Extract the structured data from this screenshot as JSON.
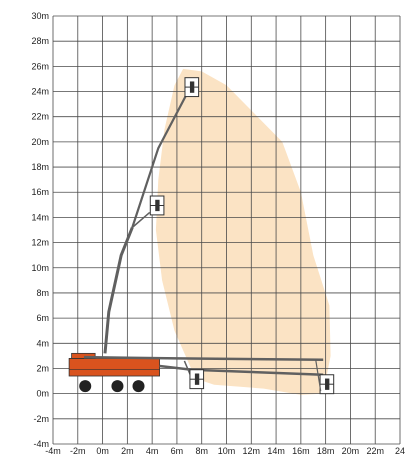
{
  "chart_data": {
    "type": "area",
    "title": "",
    "xlabel": "",
    "ylabel": "",
    "x_unit": "m",
    "y_unit": "m",
    "xlim": [
      -4,
      24
    ],
    "ylim": [
      -4,
      30
    ],
    "x_ticks": [
      -4,
      -2,
      0,
      2,
      4,
      6,
      8,
      10,
      12,
      14,
      16,
      18,
      20,
      22,
      24
    ],
    "y_ticks": [
      -4,
      -2,
      0,
      2,
      4,
      6,
      8,
      10,
      12,
      14,
      16,
      18,
      20,
      22,
      24,
      26,
      28,
      30
    ],
    "x_tick_labels": [
      "-4m",
      "-2m",
      "0m",
      "2m",
      "4m",
      "6m",
      "8m",
      "10m",
      "12m",
      "14m",
      "16m",
      "18m",
      "20m",
      "22m",
      "24"
    ],
    "y_tick_labels": [
      "-4m",
      "-2m",
      "0m",
      "2m",
      "4m",
      "6m",
      "8m",
      "10m",
      "12m",
      "14m",
      "16m",
      "18m",
      "20m",
      "22m",
      "24m",
      "26m",
      "28m",
      "30m"
    ],
    "grid": true,
    "working_envelope": {
      "color": "#fbe3c4",
      "x": [
        6.5,
        8.0,
        10.0,
        12.0,
        14.5,
        16.0,
        17.0,
        18.3,
        18.4,
        17.8,
        16.0,
        13.0,
        9.0,
        7.5,
        5.8,
        4.8,
        4.3,
        4.5,
        5.0,
        5.8
      ],
      "y": [
        25.8,
        25.6,
        24.5,
        22.5,
        20.0,
        16.0,
        11.0,
        7.0,
        3.0,
        0.0,
        -0.1,
        0.4,
        0.7,
        1.2,
        5.0,
        9.0,
        13.0,
        17.0,
        21.0,
        24.5
      ]
    },
    "machine_color": "#d9531e",
    "boom_color": "#606060"
  }
}
